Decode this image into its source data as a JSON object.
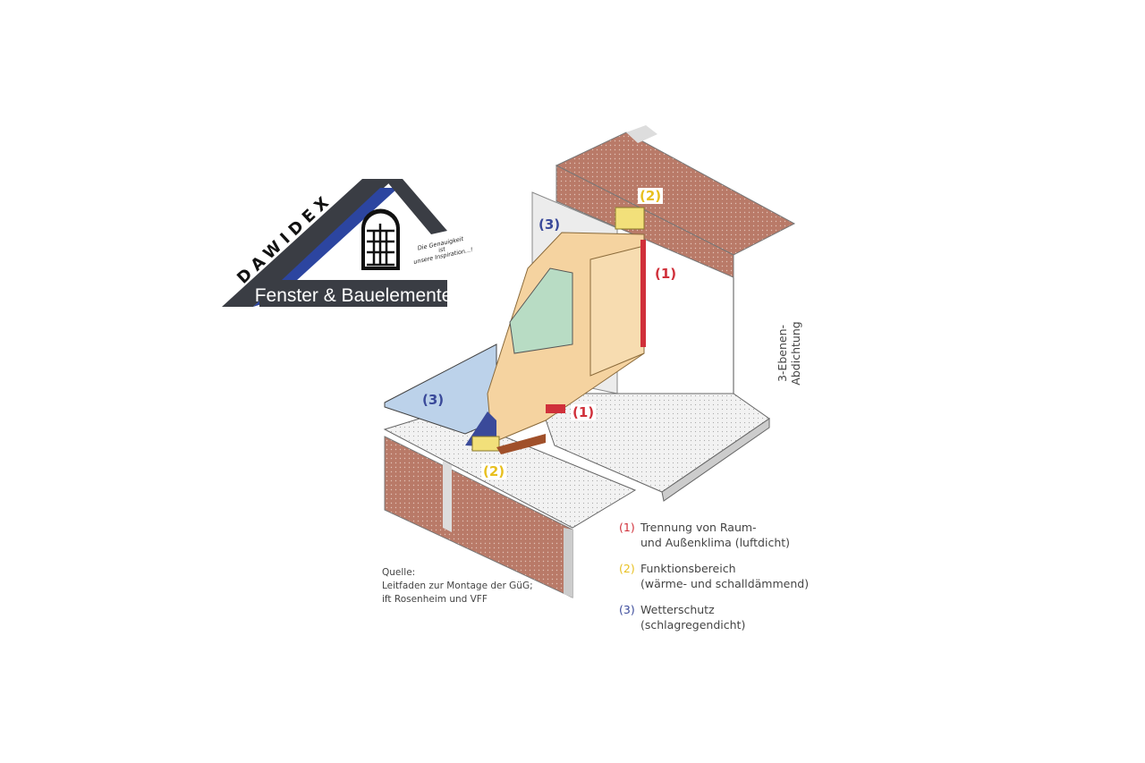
{
  "logo": {
    "brand": "DAWIDEX",
    "subtitle": "Fenster & Bauelemente",
    "tagline": [
      "Die Genauigkeit",
      "ist",
      "unsere Inspiration...!"
    ]
  },
  "diagram": {
    "vertical_title": "3-Ebenen-Abdichtung",
    "markers": [
      {
        "num": "(2)",
        "color": "#e8c020"
      },
      {
        "num": "(3)",
        "color": "#3a4a9a"
      },
      {
        "num": "(1)",
        "color": "#d0303a"
      },
      {
        "num": "(3)",
        "color": "#3a4a9a"
      },
      {
        "num": "(1)",
        "color": "#d0303a"
      },
      {
        "num": "(2)",
        "color": "#e8c020"
      }
    ],
    "legend": [
      {
        "num": "(1)",
        "color": "#d0303a",
        "lines": [
          "Trennung von Raum-",
          "und Außenklima (luftdicht)"
        ]
      },
      {
        "num": "(2)",
        "color": "#e8c020",
        "lines": [
          "Funktionsbereich",
          "(wärme- und schalldämmend)"
        ]
      },
      {
        "num": "(3)",
        "color": "#3a4a9a",
        "lines": [
          "Wetterschutz",
          "(schlagregendicht)"
        ]
      }
    ],
    "source": [
      "Quelle:",
      "Leitfaden zur Montage der GüG;",
      "ift Rosenheim und VFF"
    ]
  },
  "colors": {
    "brick": "#b97a68",
    "frame": "#f5d3a0",
    "glass": "#b8dcc4",
    "sill": "#bcd2ea",
    "logo_dark": "#3a3d44",
    "logo_blue": "#2c45a0"
  }
}
